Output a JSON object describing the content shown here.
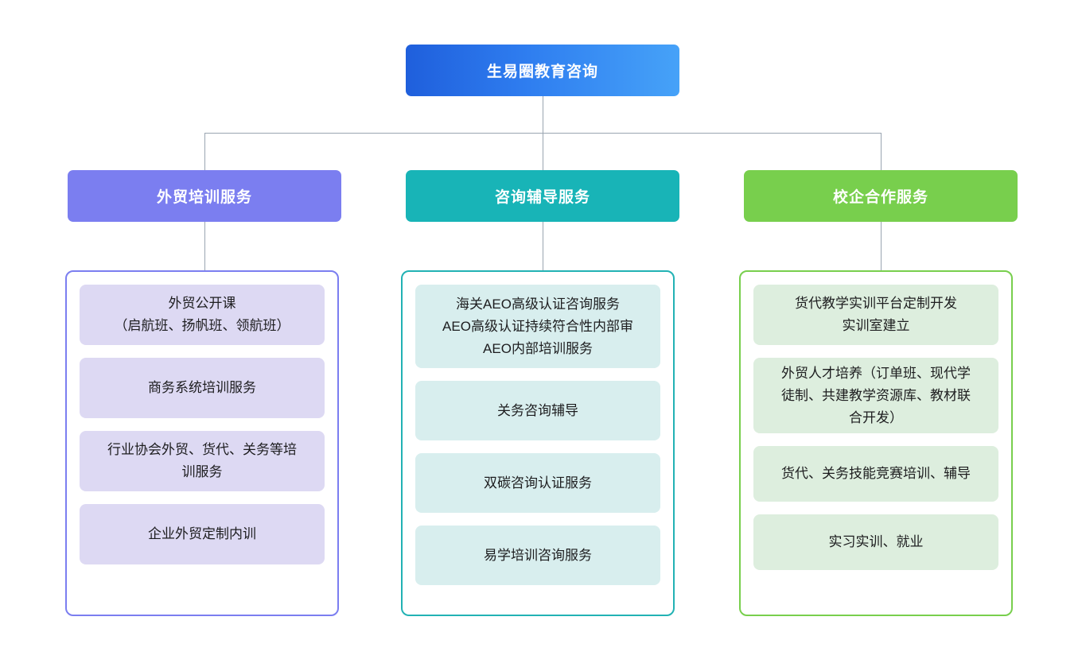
{
  "diagram": {
    "type": "organization-chart",
    "root": {
      "label": "生易圈教育咨询",
      "color": "#2f7ef0"
    },
    "branches": [
      {
        "header": "外贸培训服务",
        "color": "#7b7ef0",
        "item_color": "#ddd9f3",
        "items": [
          {
            "lines": [
              "外贸公开课",
              "（启航班、扬帆班、领航班）"
            ]
          },
          {
            "lines": [
              "商务系统培训服务"
            ]
          },
          {
            "lines": [
              "行业协会外贸、货代、关务等培",
              "训服务"
            ]
          },
          {
            "lines": [
              "企业外贸定制内训"
            ]
          }
        ]
      },
      {
        "header": "咨询辅导服务",
        "color": "#18b4b7",
        "item_color": "#d8eeee",
        "items": [
          {
            "lines": [
              "海关AEO高级认证咨询服务",
              "AEO高级认证持续符合性内部审",
              "AEO内部培训服务"
            ]
          },
          {
            "lines": [
              "关务咨询辅导"
            ]
          },
          {
            "lines": [
              "双碳咨询认证服务"
            ]
          },
          {
            "lines": [
              "易学培训咨询服务"
            ]
          }
        ]
      },
      {
        "header": "校企合作服务",
        "color": "#78cf4d",
        "item_color": "#ddeede",
        "items": [
          {
            "lines": [
              "货代教学实训平台定制开发",
              "实训室建立"
            ]
          },
          {
            "lines": [
              "外贸人才培养（订单班、现代学",
              "徒制、共建教学资源库、教材联",
              "合开发）"
            ]
          },
          {
            "lines": [
              "货代、关务技能竞赛培训、辅导"
            ]
          },
          {
            "lines": [
              "实习实训、就业"
            ]
          }
        ]
      }
    ],
    "connector_color": "#9aa5b1"
  }
}
